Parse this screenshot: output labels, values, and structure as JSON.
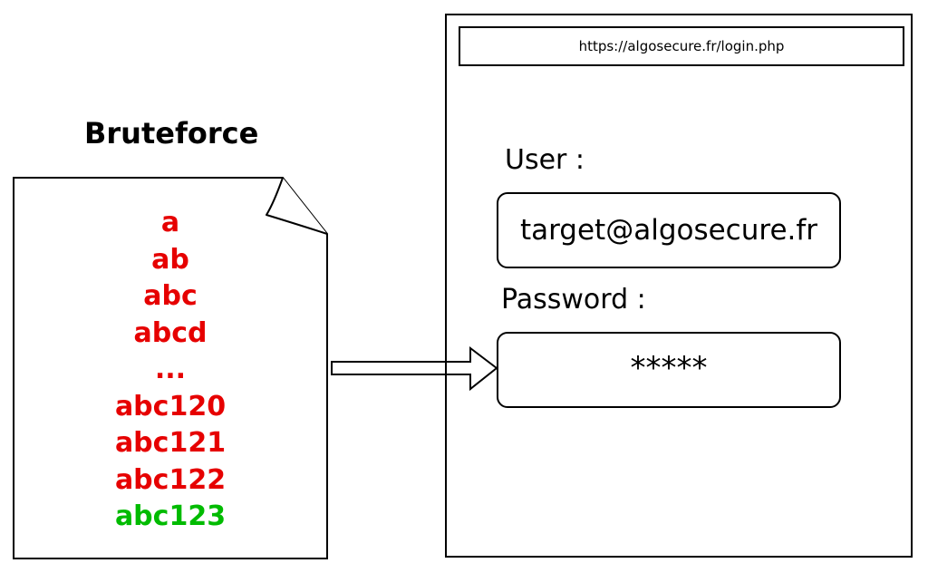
{
  "bruteforce": {
    "title": "Bruteforce",
    "attempts": [
      {
        "text": "a",
        "color": "#e60000"
      },
      {
        "text": "ab",
        "color": "#e60000"
      },
      {
        "text": "abc",
        "color": "#e60000"
      },
      {
        "text": "abcd",
        "color": "#e60000"
      },
      {
        "text": "...",
        "color": "#e60000"
      },
      {
        "text": "abc120",
        "color": "#e60000"
      },
      {
        "text": "abc121",
        "color": "#e60000"
      },
      {
        "text": "abc122",
        "color": "#e60000"
      },
      {
        "text": "abc123",
        "color": "#00bb00"
      }
    ]
  },
  "browser": {
    "url": "https://algosecure.fr/login.php",
    "user_label": "User :",
    "user_value": "target@algosecure.fr",
    "password_label": "Password :",
    "password_value": "*****"
  }
}
